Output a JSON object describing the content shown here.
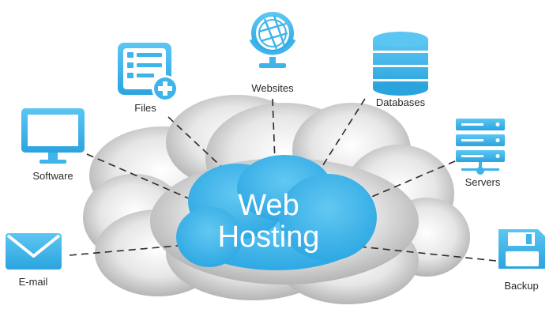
{
  "center": {
    "line1": "Web",
    "line2": "Hosting"
  },
  "nodes": {
    "websites": "Websites",
    "files": "Files",
    "databases": "Databases",
    "software": "Software",
    "servers": "Servers",
    "email": "E-mail",
    "backup": "Backup"
  },
  "colors": {
    "accent": "#3db4ea",
    "accent_dark": "#1f95cf",
    "cloud_gray": "#d9d9d9",
    "line": "#2b2b2b"
  },
  "icons": {
    "websites": "globe-icon",
    "files": "file-add-icon",
    "databases": "database-icon",
    "software": "monitor-icon",
    "servers": "server-rack-icon",
    "email": "envelope-icon",
    "backup": "floppy-disk-icon"
  }
}
